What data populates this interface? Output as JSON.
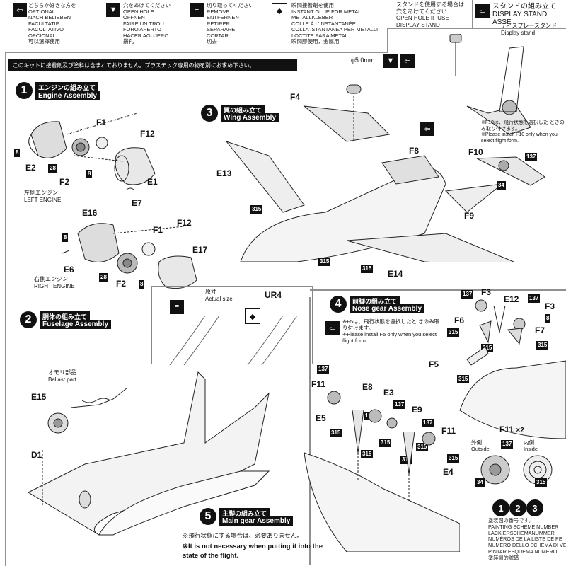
{
  "header": {
    "optional": {
      "icon": "bracket-arrow-icon",
      "lines": [
        "どちらか好きな方を",
        "OPTIONAL",
        "NACH BELIEBEN",
        "FACULTATIF",
        "FACOLTATIVO",
        "OPCIONAL",
        "可以選擇使用"
      ]
    },
    "open_hole": {
      "icon": "drill-icon",
      "lines": [
        "穴をあけてください",
        "OPEN HOLE",
        "ÖFFNEN",
        "FAIRE UN TROU",
        "FORO APERTO",
        "HACER AGUJERO",
        "鑽孔"
      ]
    },
    "remove": {
      "icon": "cut-icon",
      "lines": [
        "切り取ってください",
        "REMOVE",
        "ENTFERNEN",
        "RETIRER",
        "SEPARARE",
        "CORTAR",
        "切去"
      ]
    },
    "glue": {
      "icon": "glue-diamond-icon",
      "lines": [
        "瞬間接着剤を使用",
        "INSTANT GLUE FOR METAL",
        "METALLKLEBER",
        "COLLE À L'INSTANTANÉE",
        "COLLA ISTANTANEA PER METALLI",
        "LOCTITE PARA METAL",
        "瞬間膠使用，金屬用"
      ]
    },
    "stand_hole": {
      "lines": [
        "スタンドを使用する場合は",
        "穴をあけてください",
        "OPEN HOLE IF USE",
        "DISPLAY STAND"
      ]
    },
    "stand_assembly": {
      "jp": "スタンドの組み立て",
      "en": "DISPLAY STAND ASSE"
    }
  },
  "banner": "このキットに接着剤及び塗料は含まれておりません。プラスチック専用の物を別にお求め下さい。",
  "steps": {
    "engine": {
      "num": "1",
      "jp": "エンジンの組み立て",
      "en": "Engine Assembly"
    },
    "fuselage": {
      "num": "2",
      "jp": "胴体の組み立て",
      "en": "Fuselage Assembly"
    },
    "wing": {
      "num": "3",
      "jp": "翼の組み立て",
      "en": "Wing Assembly"
    },
    "nose_gear": {
      "num": "4",
      "jp": "前脚の組み立て",
      "en": "Nose gear Assembly"
    },
    "main_gear": {
      "num": "5",
      "jp": "主脚の組み立て",
      "en": "Main gear Assembly"
    }
  },
  "captions": {
    "left_engine_jp": "左側エンジン",
    "left_engine_en": "LEFT ENGINE",
    "right_engine_jp": "右側エンジン",
    "right_engine_en": "RIGHT ENGINE",
    "actual_size_jp": "原寸",
    "actual_size_en": "Actual size",
    "ballast_jp": "オモリ部品",
    "ballast_en": "Ballast part",
    "display_stand_jp": "ディスプレースタンド",
    "display_stand_en": "Display stand",
    "stand_hole_size": "φ5.0mm",
    "f10_note_jp": "※F10は、飛行状態を選択した ときのみ取り付けます。",
    "f10_note_en": "※Please install F10 only when you select flight form.",
    "f5_note_jp": "※F5は、飛行状態を選択したと きのみ取り付けます。",
    "f5_note_en": "※Please install F5 only when you select flight form.",
    "main_gear_note_jp": "※飛行状態にする場合は、必要ありません。",
    "main_gear_note_en": "※It is not necessary when putting it into the state of the flight.",
    "f11_count": "F11",
    "f11_mult": "×2",
    "outside_jp": "外側",
    "outside_en": "Outside",
    "inside_jp": "内側",
    "inside_en": "Inside",
    "paint_jp": "塗装図の番号です。",
    "paint_lines": [
      "PAINTING SCHEME NUMBER",
      "LACKIERSCHEMANUMMER",
      "NUMÉROS DE LA LISTE DE PE",
      "NUMERO DELLO SCHEMA DI VE",
      "PINTAR ESQUEMA NUMERO",
      "塗裝圖的號碼"
    ]
  },
  "paint_numbers": [
    "1",
    "2",
    "3"
  ],
  "parts": {
    "F1a": "F1",
    "F12a": "F12",
    "E2": "E2",
    "F2a": "F2",
    "E1": "E1",
    "E7": "E7",
    "E16": "E16",
    "F1b": "F1",
    "F12b": "F12",
    "E17": "E17",
    "E6": "E6",
    "F2b": "F2",
    "F4": "F4",
    "E13": "E13",
    "F8": "F8",
    "F9": "F9",
    "E14": "E14",
    "F10": "F10",
    "UR4": "UR4",
    "E15": "E15",
    "D1": "D1",
    "C1": "C1",
    "F3": "F3",
    "E12": "E12",
    "F6": "F6",
    "F7": "F7",
    "F5": "F5",
    "F11a": "F11",
    "E8": "E8",
    "E3": "E3",
    "E5": "E5",
    "E9": "E9",
    "F11b": "F11",
    "E4": "E4"
  },
  "badges": {
    "b8a": "8",
    "b28a": "28",
    "b8b": "8",
    "b8c": "8",
    "b28b": "28",
    "b8d": "8",
    "b315a": "315",
    "b315b": "315",
    "b315c": "315",
    "b315d": "315",
    "b137a": "137",
    "b34a": "34",
    "b137b": "137",
    "b137c": "137",
    "b8e": "8",
    "b315e": "315",
    "b315f": "315",
    "b315g": "315",
    "b315h": "315",
    "b137d": "137",
    "b137e": "137",
    "b137f": "137",
    "b315i": "315",
    "b315j": "315",
    "b315k": "315",
    "b315l": "315",
    "b315m": "315",
    "b315n": "315",
    "b137g": "137",
    "b137h": "137",
    "b34b": "34",
    "b315o": "315"
  }
}
